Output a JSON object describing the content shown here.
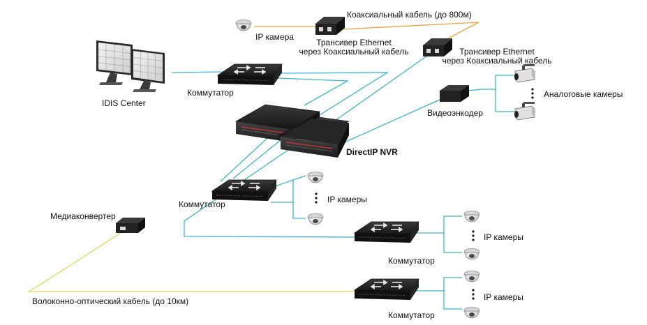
{
  "colors": {
    "ethernet": "#38b3d1",
    "coax": "#f2a33a",
    "fiber": "#e8d35a",
    "device_dark": "#2b2b2b",
    "device_top": "#1a1a1a"
  },
  "labels": {
    "coax_cable": "Коаксиальный кабель (до 800м)",
    "ip_camera_top": "IP камера",
    "transceiver_1": "Трансивер Ethernet\nчерез Коаксиальный кабель",
    "transceiver_2": "Трансивер Ethernet\nчерез Коаксиальный кабель",
    "idis_center": "IDIS Center",
    "switch_main": "Коммутатор",
    "analog_cameras": "Аналоговые камеры",
    "video_encoder": "Видеоэнкодер",
    "nvr": "DirectIP NVR",
    "ip_cameras_1": "IP камеры",
    "switch_1": "Коммутатор",
    "media_converter": "Медиаконвертер",
    "ip_cameras_2": "IP камеры",
    "switch_2": "Коммутатор",
    "ip_cameras_3": "IP камеры",
    "fiber_cable": "Волоконно-оптический кабель (до 10км)",
    "switch_3": "Коммутатор"
  },
  "icons": [
    "monitor-icon",
    "switch-icon",
    "nvr-icon",
    "transceiver-icon",
    "ip-camera-dome-icon",
    "box-camera-icon",
    "video-encoder-icon",
    "media-converter-icon"
  ]
}
